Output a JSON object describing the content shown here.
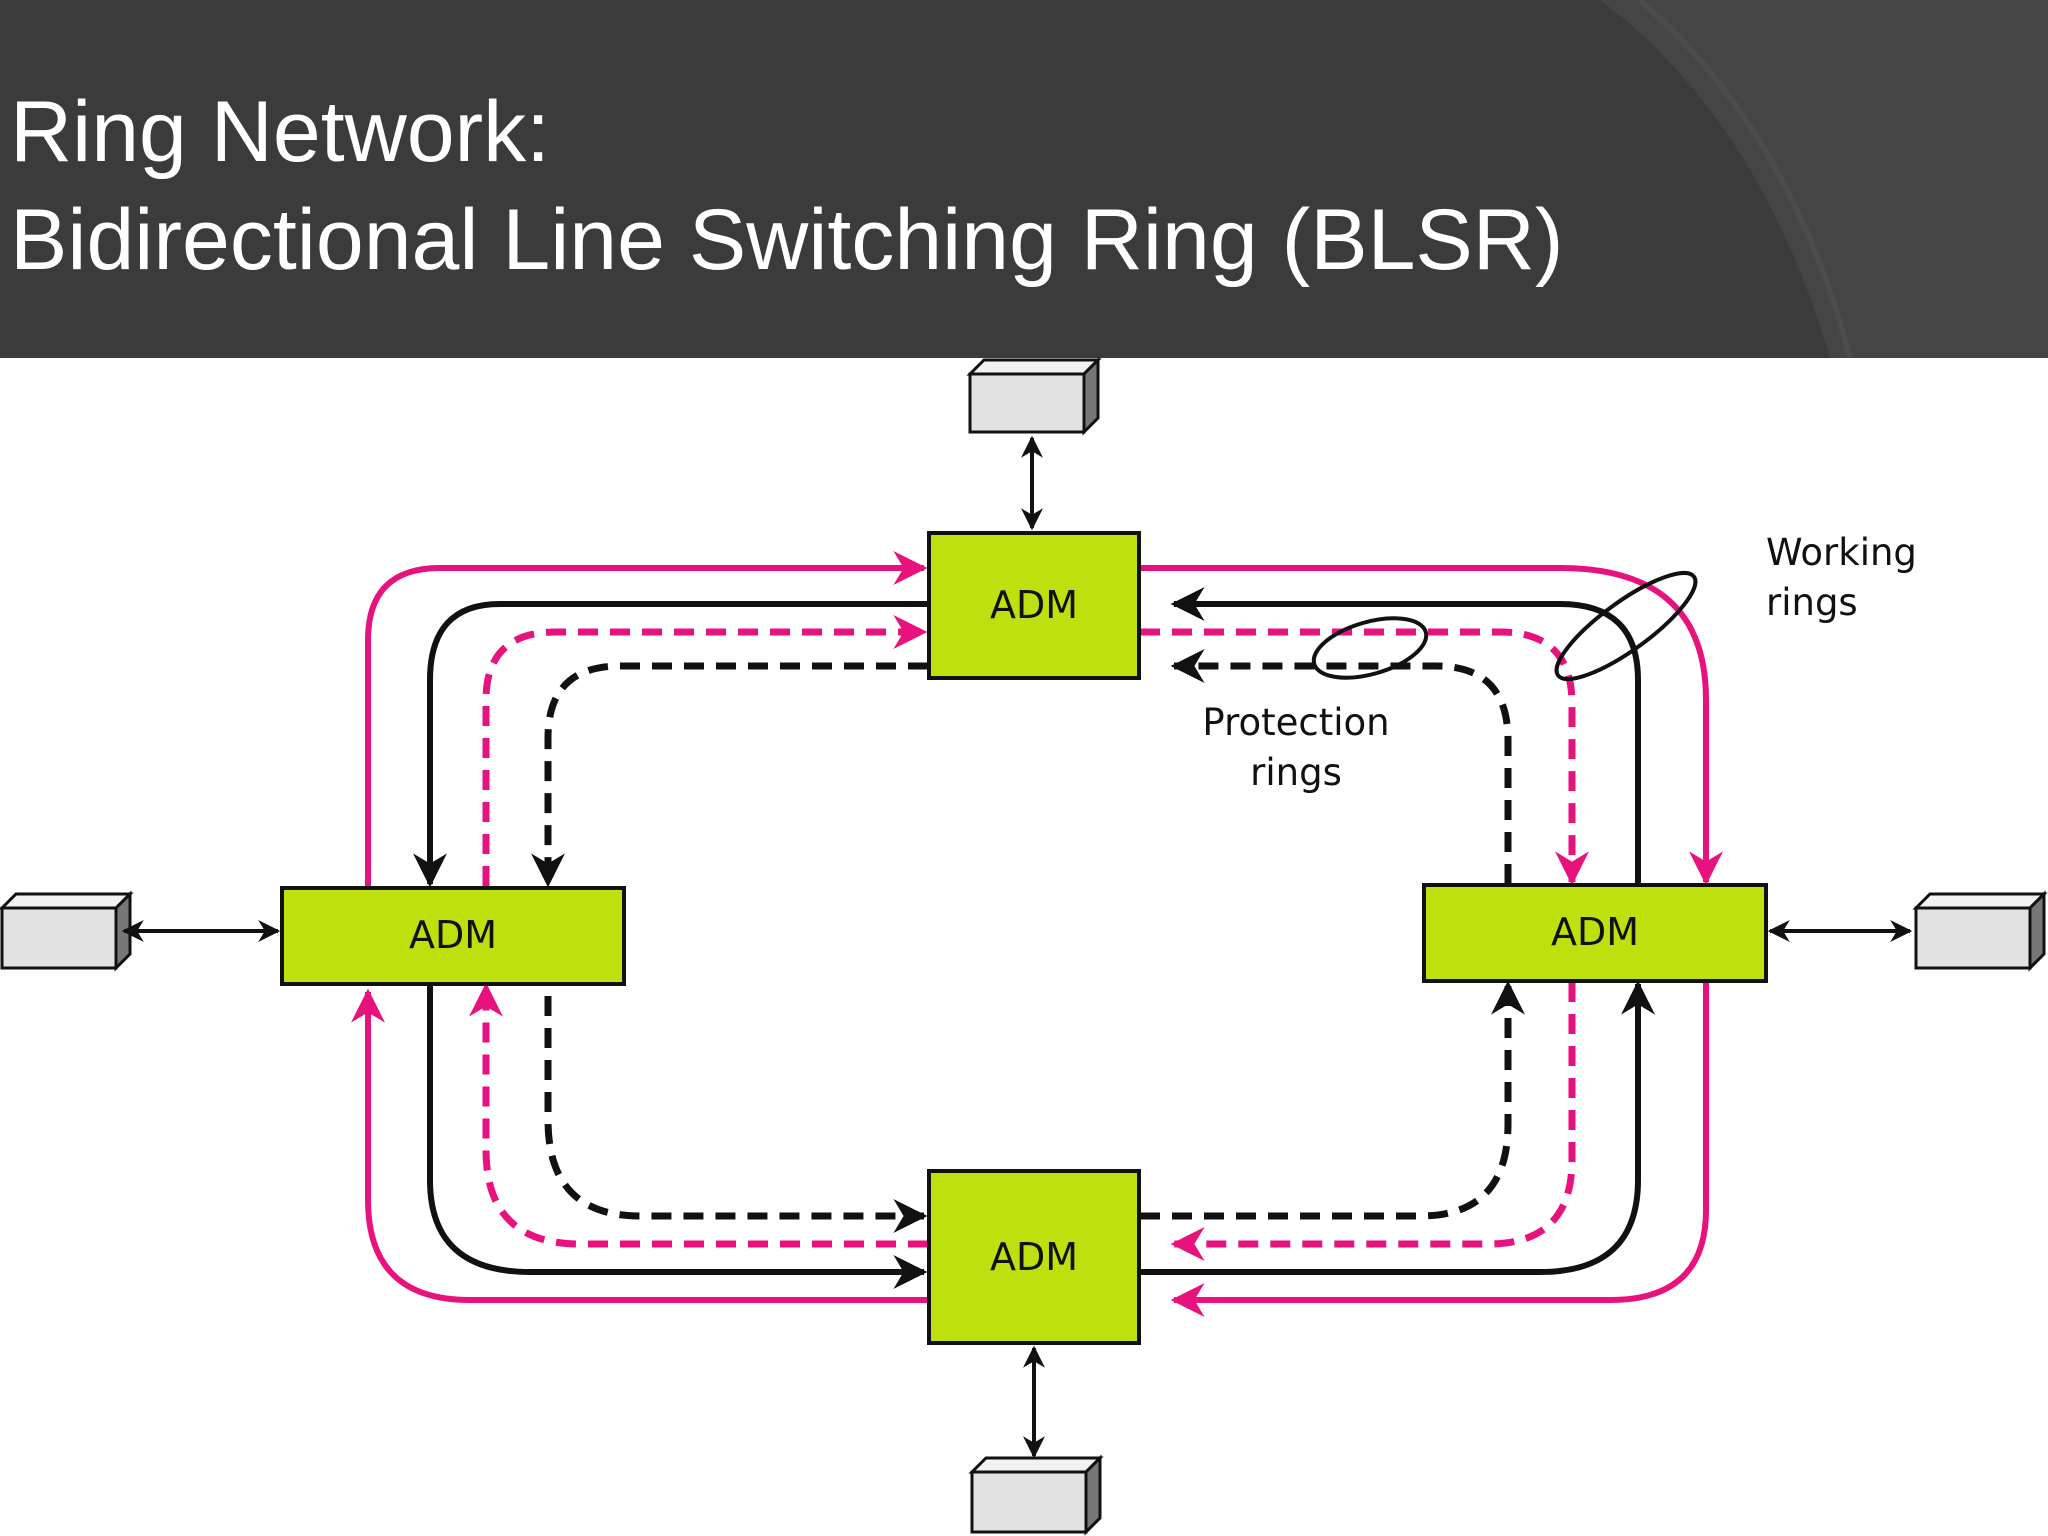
{
  "slide": {
    "title_line1": "Ring Network:",
    "title_line2": "Bidirectional Line Switching Ring (BLSR)"
  },
  "diagram": {
    "nodes": {
      "top": {
        "label": "ADM"
      },
      "left": {
        "label": "ADM"
      },
      "right": {
        "label": "ADM"
      },
      "bottom": {
        "label": "ADM"
      }
    },
    "labels": {
      "working_line1": "Working",
      "working_line2": "rings",
      "protection_line1": "Protection",
      "protection_line2": "rings"
    },
    "colors": {
      "header_bg": "#3b3b3b",
      "adm_fill": "#bfe00f",
      "ring_magenta": "#e8127e",
      "ring_black": "#111111",
      "station_fill": "#e2e2e2"
    },
    "icons": [
      "station-box-icon",
      "bidirectional-arrow-icon"
    ]
  }
}
